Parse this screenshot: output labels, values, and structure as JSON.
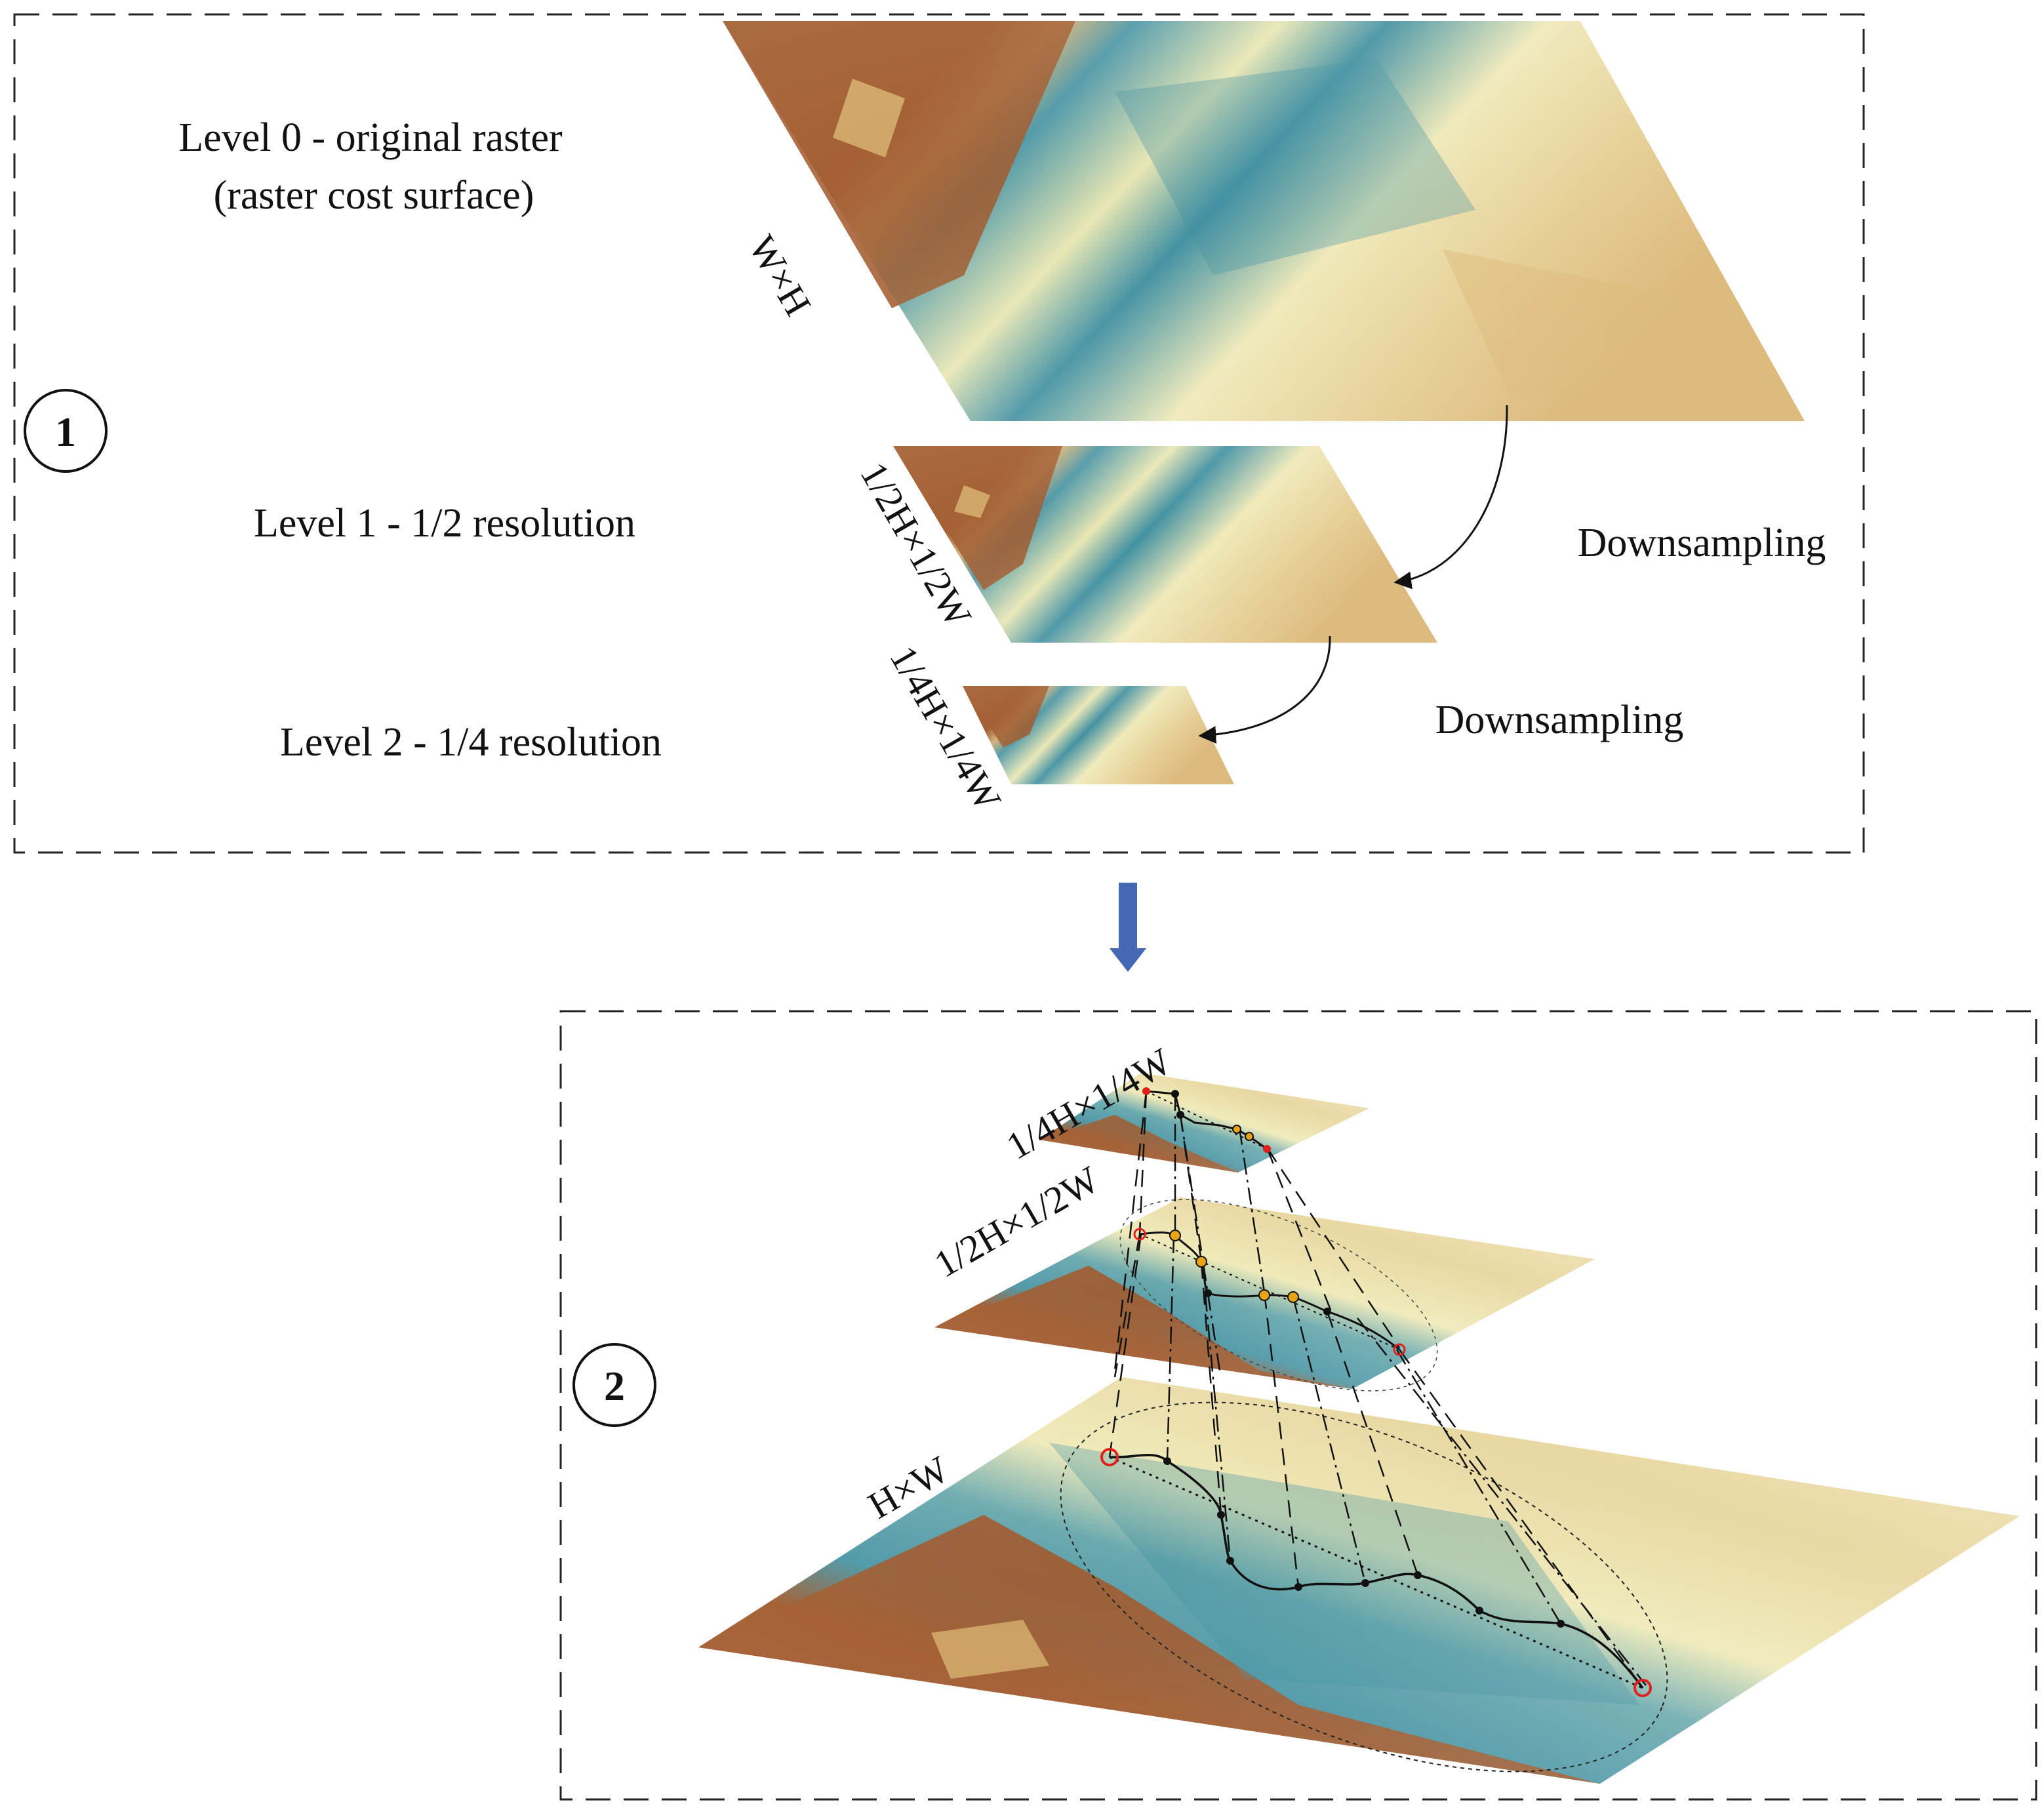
{
  "panel1": {
    "number": "1",
    "level0_line1": "Level 0 - original raster",
    "level0_line2": "(raster cost surface)",
    "level1": "Level 1 - 1/2 resolution",
    "level2": "Level 2 - 1/4 resolution",
    "dim0": "W×H",
    "dim1": "1/2H×1/2W",
    "dim2": "1/4H×1/4W",
    "downsampling_1": "Downsampling",
    "downsampling_2": "Downsampling"
  },
  "panel2": {
    "number": "2",
    "dim_top": "1/4H×1/4W",
    "dim_mid": "1/2H×1/2W",
    "dim_bottom": "H×W"
  },
  "colors": {
    "terrain_brown": "#a0582a",
    "terrain_sand": "#d9b46e",
    "terrain_cream": "#f3ecb4",
    "terrain_teal": "#3f8fa0",
    "flow_arrow": "#4468b4",
    "start_end_marker": "#e0201c",
    "intermediate_marker": "#e8a317"
  }
}
